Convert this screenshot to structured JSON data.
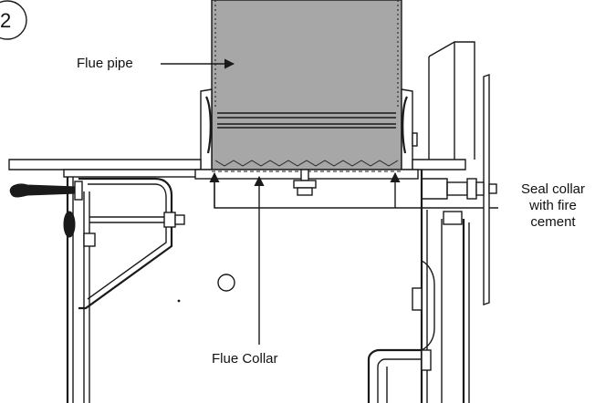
{
  "figure": {
    "step_number": "2",
    "labels": {
      "flue_pipe": "Flue pipe",
      "flue_collar": "Flue Collar",
      "seal_line1": "Seal collar",
      "seal_line2": "with fire",
      "seal_line3": "cement"
    },
    "colors": {
      "pipe_fill": "#a7a7a7",
      "line": "#1a1a1a",
      "background": "#ffffff"
    }
  }
}
